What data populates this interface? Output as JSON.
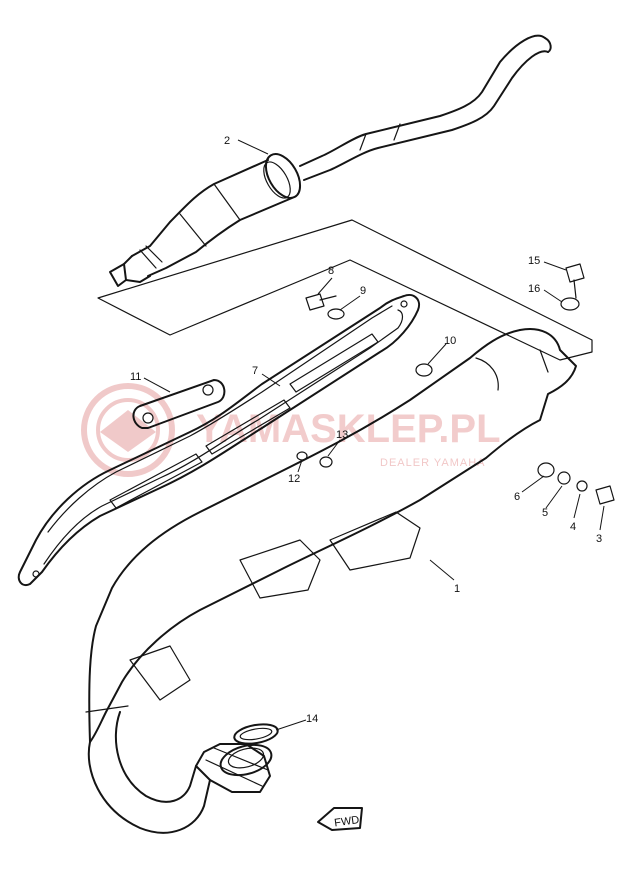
{
  "watermark": {
    "brand": "YAMASKLEP.PL",
    "tagline": "DEALER YAMAHA"
  },
  "fwd_marker": "FWD",
  "callouts": [
    {
      "id": "p1",
      "text": "1"
    },
    {
      "id": "p2",
      "text": "2"
    },
    {
      "id": "p3",
      "text": "3"
    },
    {
      "id": "p4",
      "text": "4"
    },
    {
      "id": "p5",
      "text": "5"
    },
    {
      "id": "p6",
      "text": "6"
    },
    {
      "id": "p7",
      "text": "7"
    },
    {
      "id": "p8",
      "text": "8"
    },
    {
      "id": "p9",
      "text": "9"
    },
    {
      "id": "p10",
      "text": "10"
    },
    {
      "id": "p11",
      "text": "11"
    },
    {
      "id": "p12",
      "text": "12"
    },
    {
      "id": "p13",
      "text": "13"
    },
    {
      "id": "p14",
      "text": "14"
    },
    {
      "id": "p15",
      "text": "15"
    },
    {
      "id": "p16",
      "text": "16"
    }
  ]
}
